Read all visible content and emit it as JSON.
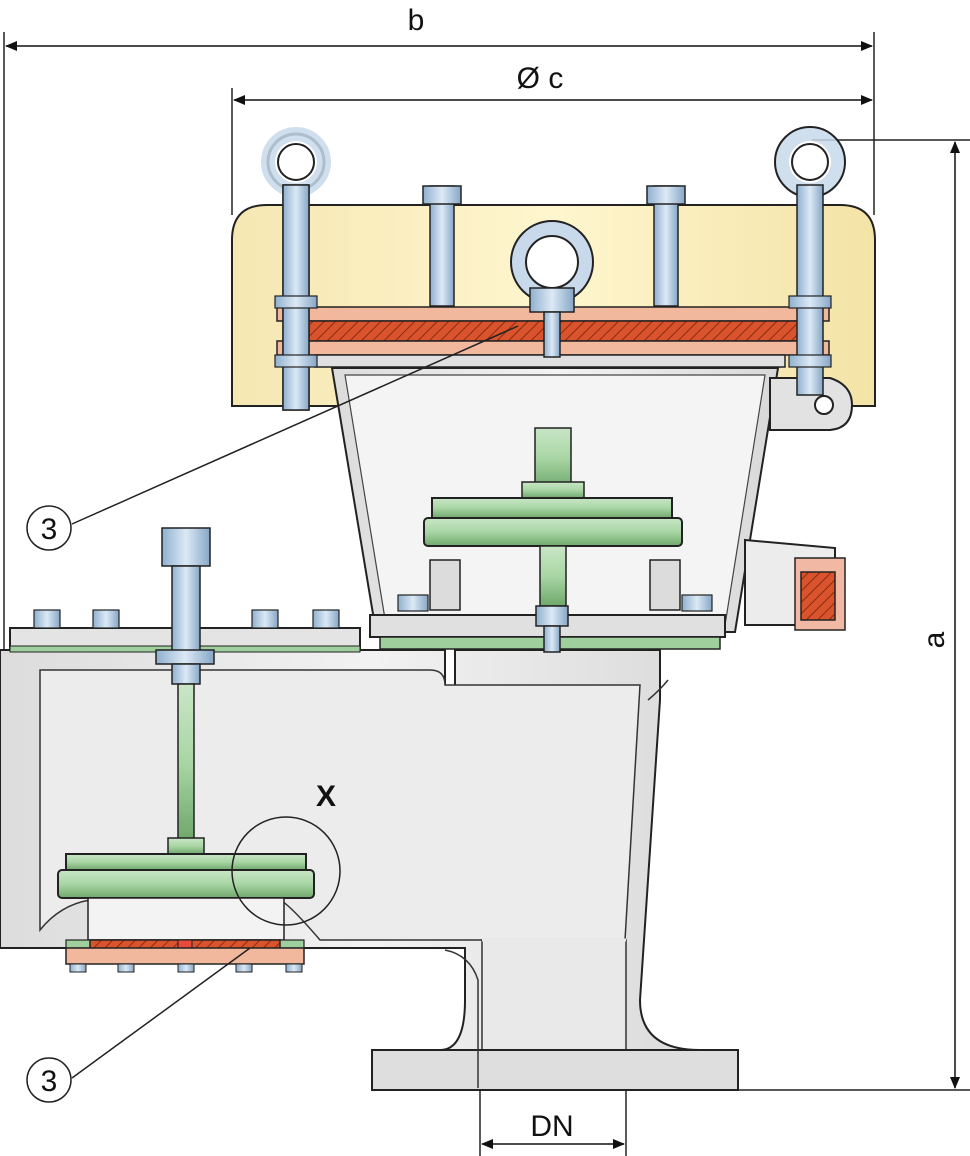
{
  "dimensions": {
    "b": "b",
    "c": "Ø c",
    "a": "a",
    "dn": "DN"
  },
  "callouts": {
    "detail": "X",
    "item_upper": "3",
    "item_lower": "3"
  },
  "colors": {
    "housing": "#e6e6e6",
    "hood": "#fbecb8",
    "pallet": "#9fcf9d",
    "seal": "#d9542c",
    "bolt": "#b6cfe6",
    "outline": "#222222"
  }
}
